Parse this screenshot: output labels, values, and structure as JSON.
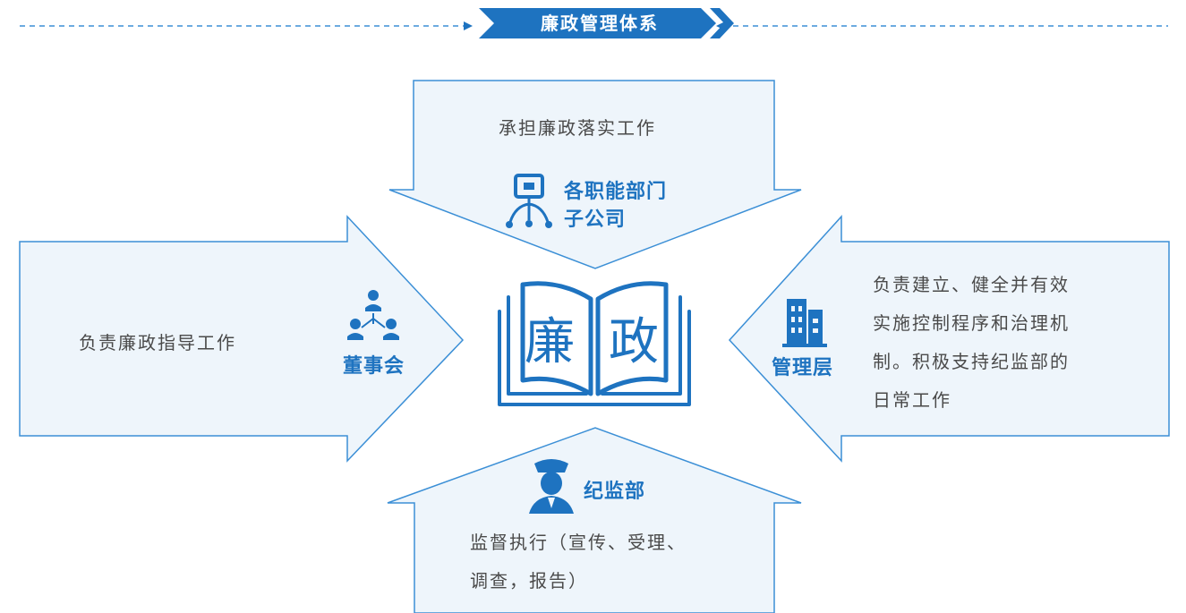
{
  "header": {
    "title": "廉政管理体系"
  },
  "center": {
    "char_left": "廉",
    "char_right": "政"
  },
  "top": {
    "desc": "承担廉政落实工作",
    "label_line1": "各职能部门",
    "label_line2": "子公司",
    "icon": "org-chart-icon"
  },
  "left": {
    "desc": "负责廉政指导工作",
    "label": "董事会",
    "icon": "people-network-icon"
  },
  "right": {
    "desc_lines": [
      "负责建立、健全并有效",
      "实施控制程序和治理机",
      "制。积极支持纪监部的",
      "日常工作"
    ],
    "label": "管理层",
    "icon": "building-icon"
  },
  "bottom": {
    "label": "纪监部",
    "desc_lines": [
      "监督执行（宣传、受理、",
      "调查，报告）"
    ],
    "icon": "police-officer-icon"
  },
  "colors": {
    "accent": "#1e73c0",
    "panel_fill": "#eef5fb",
    "panel_stroke": "#3b8fd6",
    "text": "#4a4a4a"
  }
}
